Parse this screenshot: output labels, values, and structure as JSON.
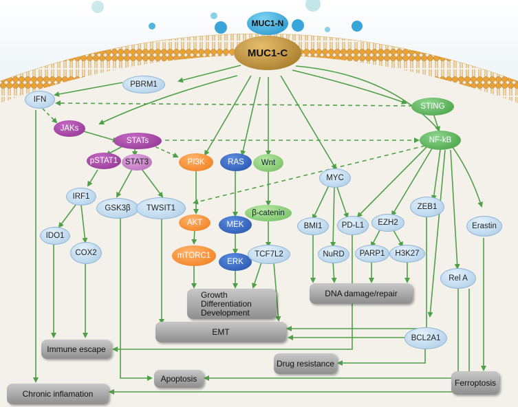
{
  "membrane": {
    "muc1_n": "MUC1-N",
    "muc1_c": "MUC1-C"
  },
  "nodes": {
    "pbrm1": "PBRM1",
    "ifn": "IFN",
    "jaks": "JAKs",
    "stats": "STATs",
    "pstat1": "pSTAT1",
    "stat3": "STAT3",
    "irf1": "IRF1",
    "ido1": "IDO1",
    "cox2": "COX2",
    "gsk3b": "GSK3β",
    "twsit1": "TWSIT1",
    "pi3k": "PI3K",
    "akt": "AKT",
    "mtorc1": "mTORC1",
    "ras": "RAS",
    "mek": "MEK",
    "erk": "ERK",
    "wnt": "Wnt",
    "beta_catenin": "β-catenin",
    "tcf7l2": "TCF7L2",
    "myc": "MYC",
    "bmi1": "BMI1",
    "pdl1": "PD-L1",
    "nurd": "NuRD",
    "ezh2": "EZH2",
    "parp1": "PARP1",
    "h3k27": "H3K27",
    "sting": "STING",
    "nfkb": "NF-kB",
    "zeb1": "ZEB1",
    "rela": "Rel A",
    "bcl2a1": "BCL2A1",
    "erastin": "Erastin"
  },
  "outcomes": {
    "growth": "Growth\nDifferentiation\nDevelopment",
    "dna": "DNA damage/repair",
    "emt": "EMT",
    "immune": "Immune escape",
    "drug": "Drug resistance",
    "apoptosis": "Apoptosis",
    "chronic": "Chronic inflamation",
    "ferroptosis": "Ferroptosis"
  },
  "colors": {
    "arrow": "#4ea046",
    "membrane_head": "#e7a23a",
    "background": "#f3f1ea"
  }
}
